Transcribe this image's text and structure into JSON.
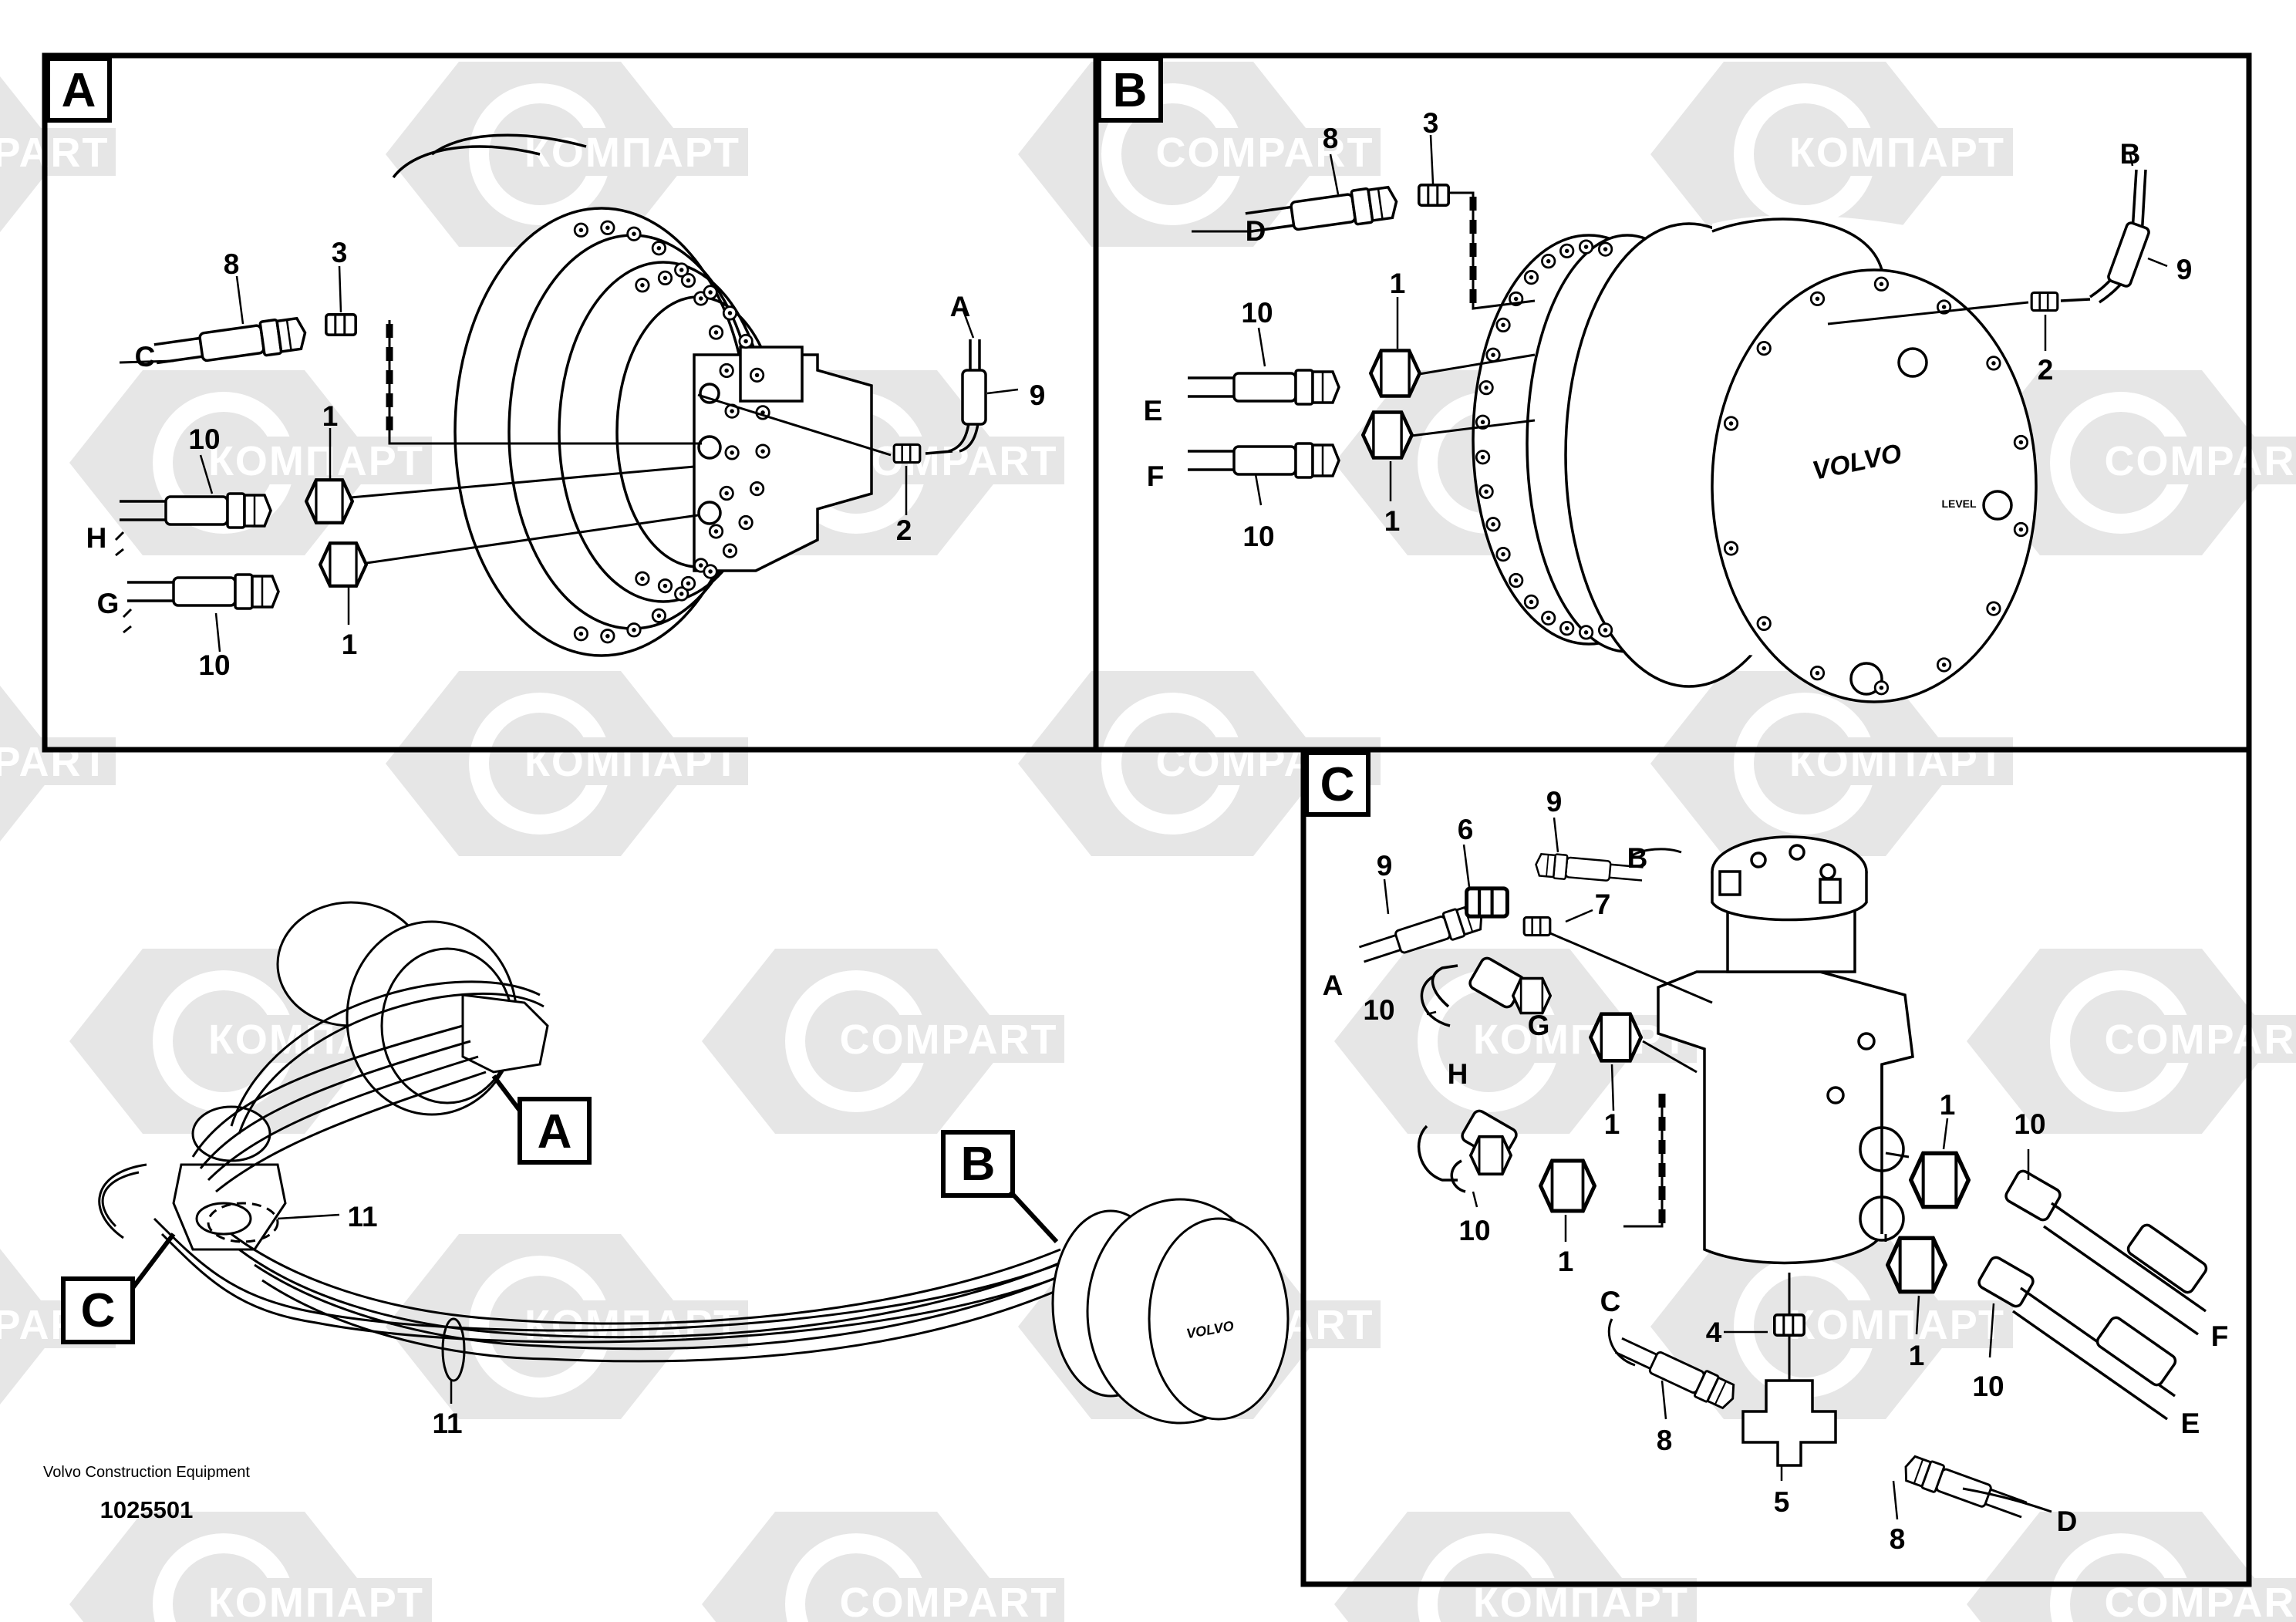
{
  "panels": {
    "a": {
      "tag": "A"
    },
    "b": {
      "tag": "B"
    },
    "c": {
      "tag": "C"
    }
  },
  "overview_tags": {
    "a": "A",
    "b": "B",
    "c": "C"
  },
  "watermark": {
    "latin": "COMPART",
    "cyrillic": "КОМПАРТ"
  },
  "panel_a_labels": {
    "n8": "8",
    "n3": "3",
    "c": "C",
    "n10_top": "10",
    "n1_top": "1",
    "h": "H",
    "g": "G",
    "n10_bottom": "10",
    "n1_bottom": "1",
    "a": "A",
    "n9": "9",
    "n2": "2"
  },
  "panel_b_labels": {
    "n8": "8",
    "n3": "3",
    "d": "D",
    "n1_top": "1",
    "n10_top": "10",
    "e": "E",
    "f": "F",
    "n10_bottom": "10",
    "n1_bottom": "1",
    "b": "B",
    "n9": "9",
    "n2": "2"
  },
  "panel_b_text": {
    "brand": "VOLVO",
    "level": "LEVEL"
  },
  "panel_c_labels": {
    "n9_left": "9",
    "n6": "6",
    "n9_right": "9",
    "b": "B",
    "n7": "7",
    "a": "A",
    "n10_top": "10",
    "g": "G",
    "n1_left": "1",
    "h": "H",
    "n10_mid": "10",
    "n1_mid": "1",
    "n1_right": "1",
    "n10_right": "10",
    "c": "C",
    "n4": "4",
    "n1_lower": "1",
    "n10_lower": "10",
    "f": "F",
    "e": "E",
    "n8_left": "8",
    "n5": "5",
    "d": "D",
    "n8_right": "8"
  },
  "overview_labels": {
    "n11_right": "11",
    "n11_bottom": "11",
    "brand": "VOLVO"
  },
  "footer": {
    "company": "Volvo Construction Equipment",
    "doc_number": "1025501"
  },
  "colors": {
    "ink": "#000000",
    "watermark": "#e6e6e6",
    "paper": "#ffffff"
  }
}
